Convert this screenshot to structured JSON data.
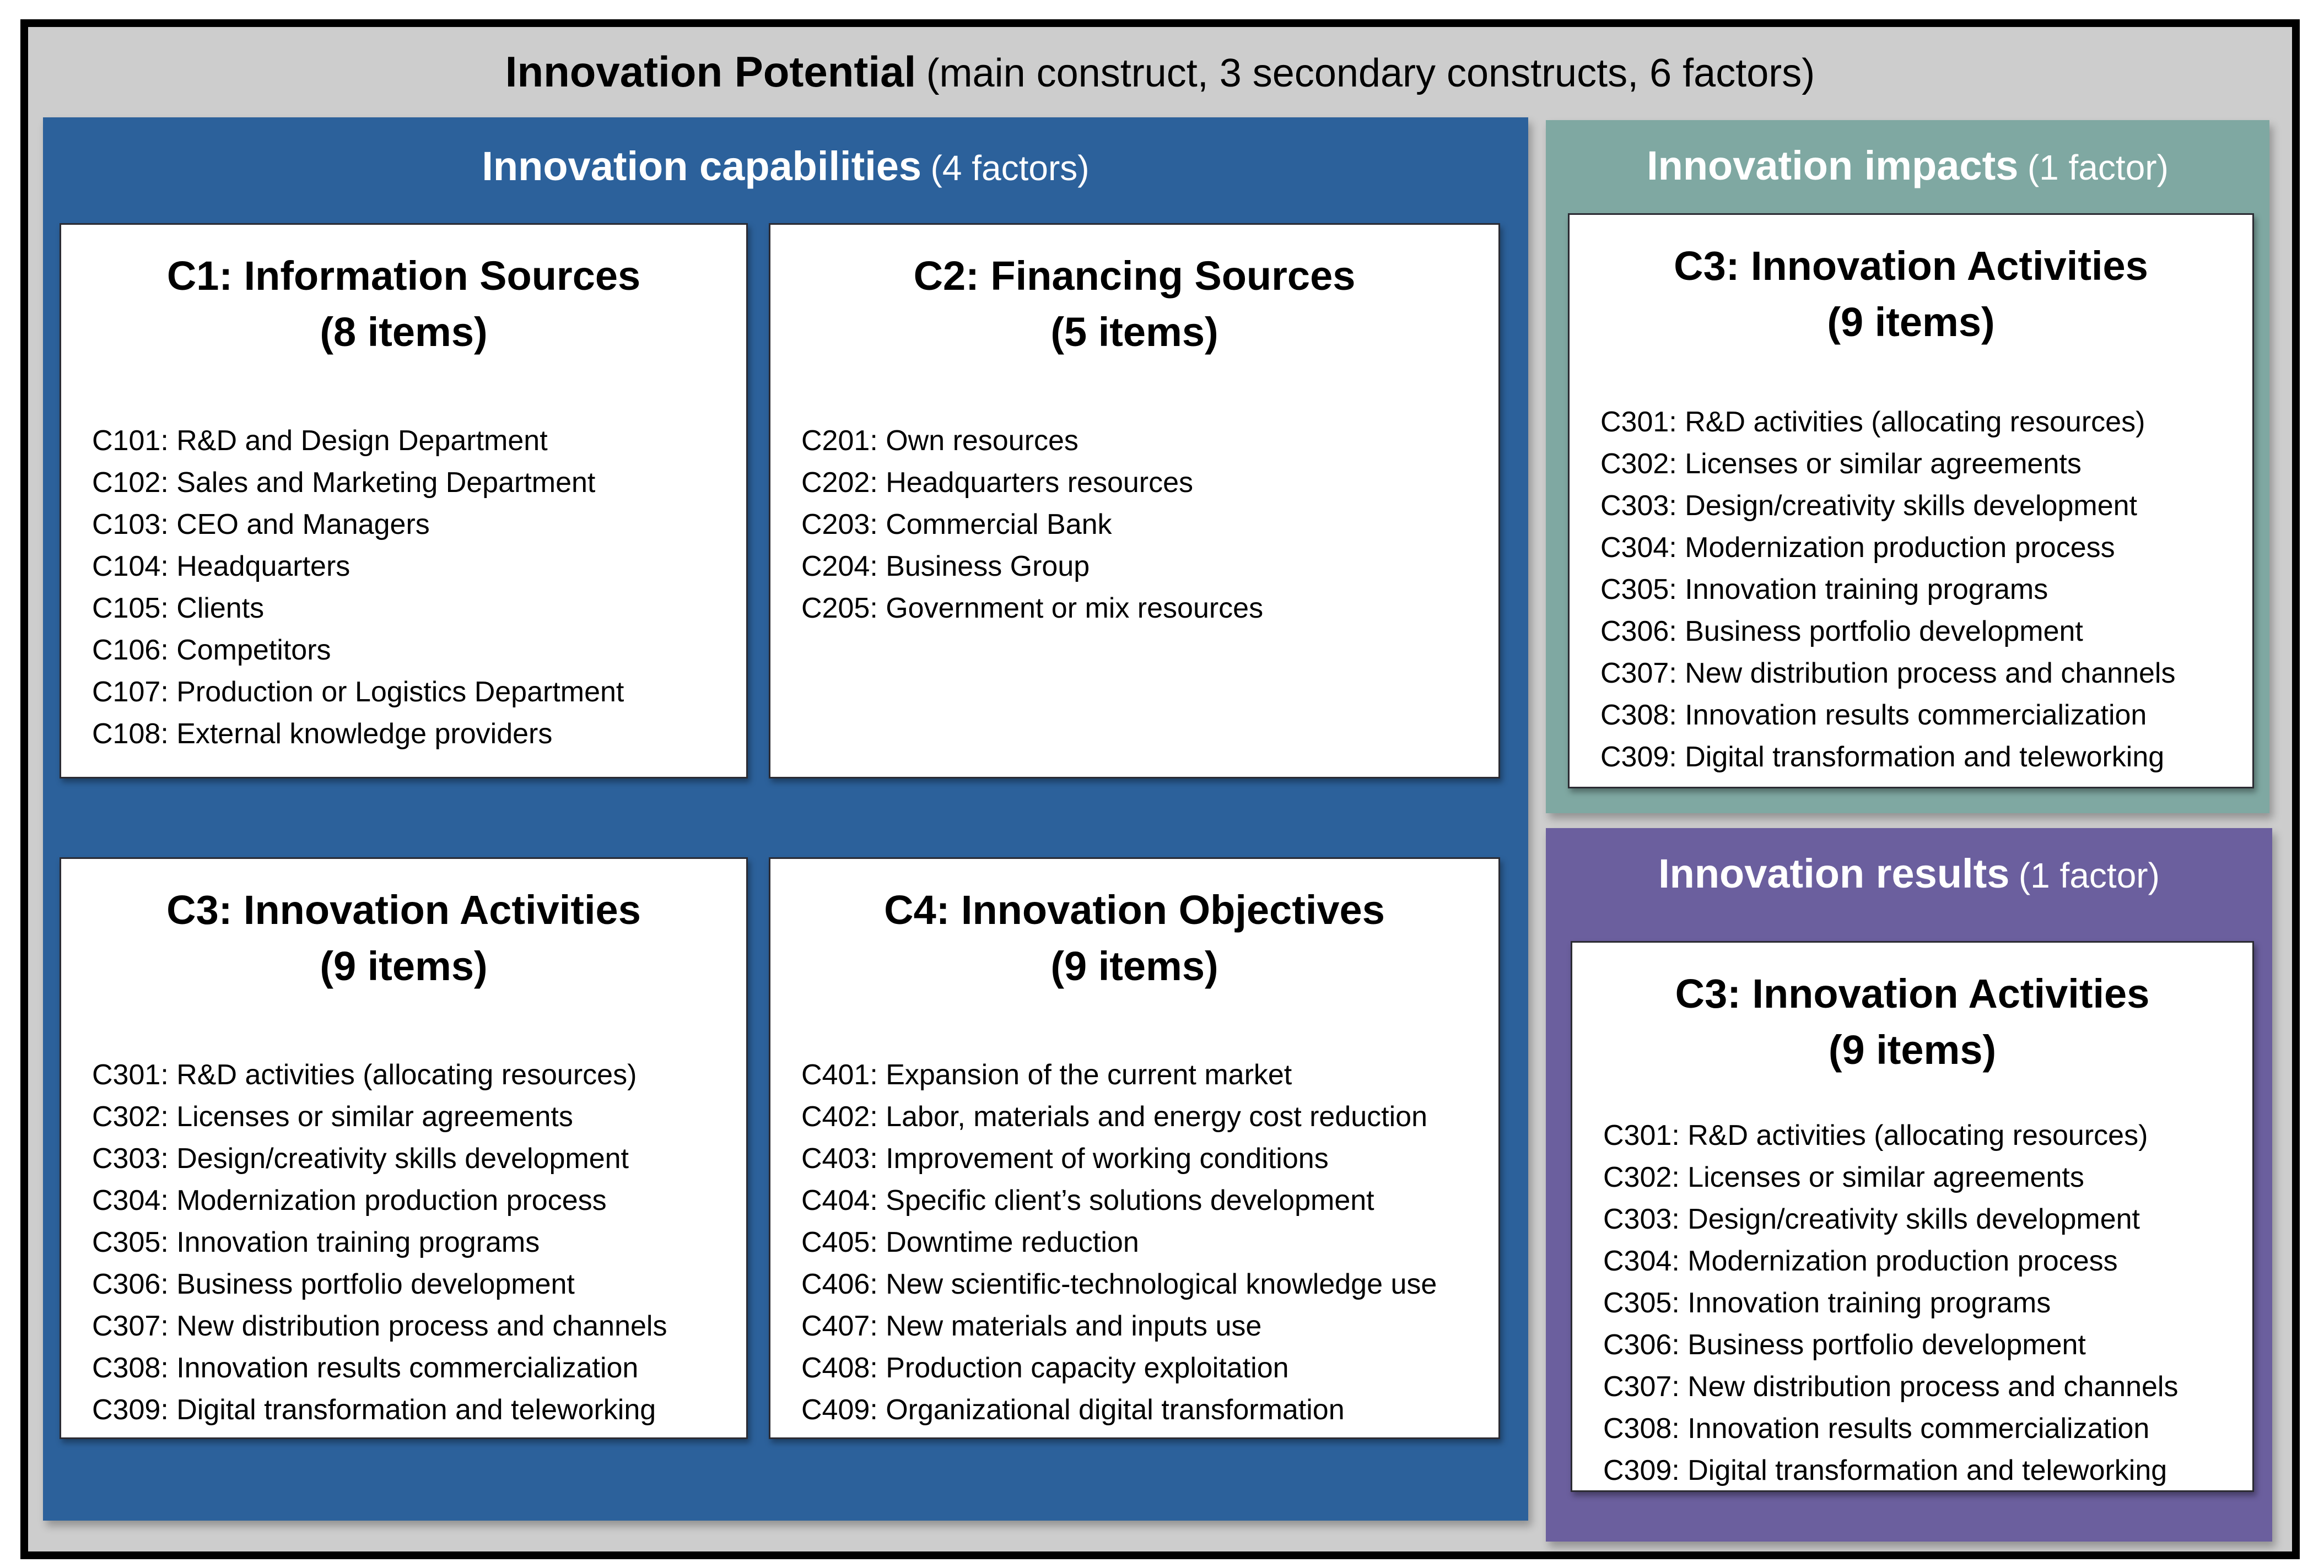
{
  "title": {
    "main": "Innovation Potential",
    "sub": "(main construct, 3 secondary constructs, 6 factors)"
  },
  "colors": {
    "background": "#CDCDCD",
    "frame_border": "#000000",
    "capabilities_blue": "#2C619B",
    "impacts_teal": "#7FA8A2",
    "results_purple": "#6B5F9E",
    "box_background": "#FFFFFF",
    "box_border": "#2B2B33",
    "header_text": "#FFFFFF",
    "body_text": "#000000"
  },
  "panels": {
    "capabilities": {
      "title": "Innovation capabilities",
      "sub": "(4 factors)",
      "boxes": [
        {
          "heading": "C1: Information Sources",
          "count": "(8 items)",
          "items": [
            "C101: R&D and Design Department",
            "C102: Sales and Marketing Department",
            "C103: CEO and Managers",
            "C104: Headquarters",
            "C105: Clients",
            "C106: Competitors",
            "C107: Production or Logistics Department",
            "C108: External knowledge providers"
          ]
        },
        {
          "heading": "C2: Financing Sources",
          "count": "(5 items)",
          "items": [
            "C201: Own resources",
            "C202: Headquarters resources",
            "C203: Commercial Bank",
            "C204: Business Group",
            "C205: Government or mix resources"
          ]
        },
        {
          "heading": "C3: Innovation Activities",
          "count": "(9 items)",
          "items": [
            "C301: R&D activities (allocating resources)",
            "C302: Licenses or similar agreements",
            "C303: Design/creativity skills development",
            "C304: Modernization production process",
            "C305: Innovation training programs",
            "C306: Business portfolio development",
            "C307: New distribution process and channels",
            "C308: Innovation results commercialization",
            "C309: Digital transformation and teleworking"
          ]
        },
        {
          "heading": "C4: Innovation Objectives",
          "count": "(9 items)",
          "items": [
            "C401: Expansion of the current market",
            "C402: Labor, materials and energy cost reduction",
            "C403: Improvement of working conditions",
            "C404: Specific client’s solutions development",
            "C405: Downtime reduction",
            "C406: New scientific-technological knowledge use",
            "C407: New materials and inputs use",
            "C408: Production capacity exploitation",
            "C409: Organizational digital transformation"
          ]
        }
      ]
    },
    "impacts": {
      "title": "Innovation impacts",
      "sub": "(1 factor)",
      "box": {
        "heading": "C3: Innovation Activities",
        "count": "(9 items)",
        "items": [
          "C301: R&D activities (allocating resources)",
          "C302: Licenses or similar agreements",
          "C303: Design/creativity skills development",
          "C304: Modernization production process",
          "C305: Innovation training programs",
          "C306: Business portfolio development",
          "C307: New distribution process and channels",
          "C308: Innovation results commercialization",
          "C309: Digital transformation and teleworking"
        ]
      }
    },
    "results": {
      "title": "Innovation results",
      "sub": "(1 factor)",
      "box": {
        "heading": "C3: Innovation Activities",
        "count": "(9 items)",
        "items": [
          "C301: R&D activities (allocating resources)",
          "C302: Licenses or similar agreements",
          "C303: Design/creativity skills development",
          "C304: Modernization production process",
          "C305: Innovation training programs",
          "C306: Business portfolio development",
          "C307: New distribution process and channels",
          "C308: Innovation results commercialization",
          "C309: Digital transformation and teleworking"
        ]
      }
    }
  }
}
